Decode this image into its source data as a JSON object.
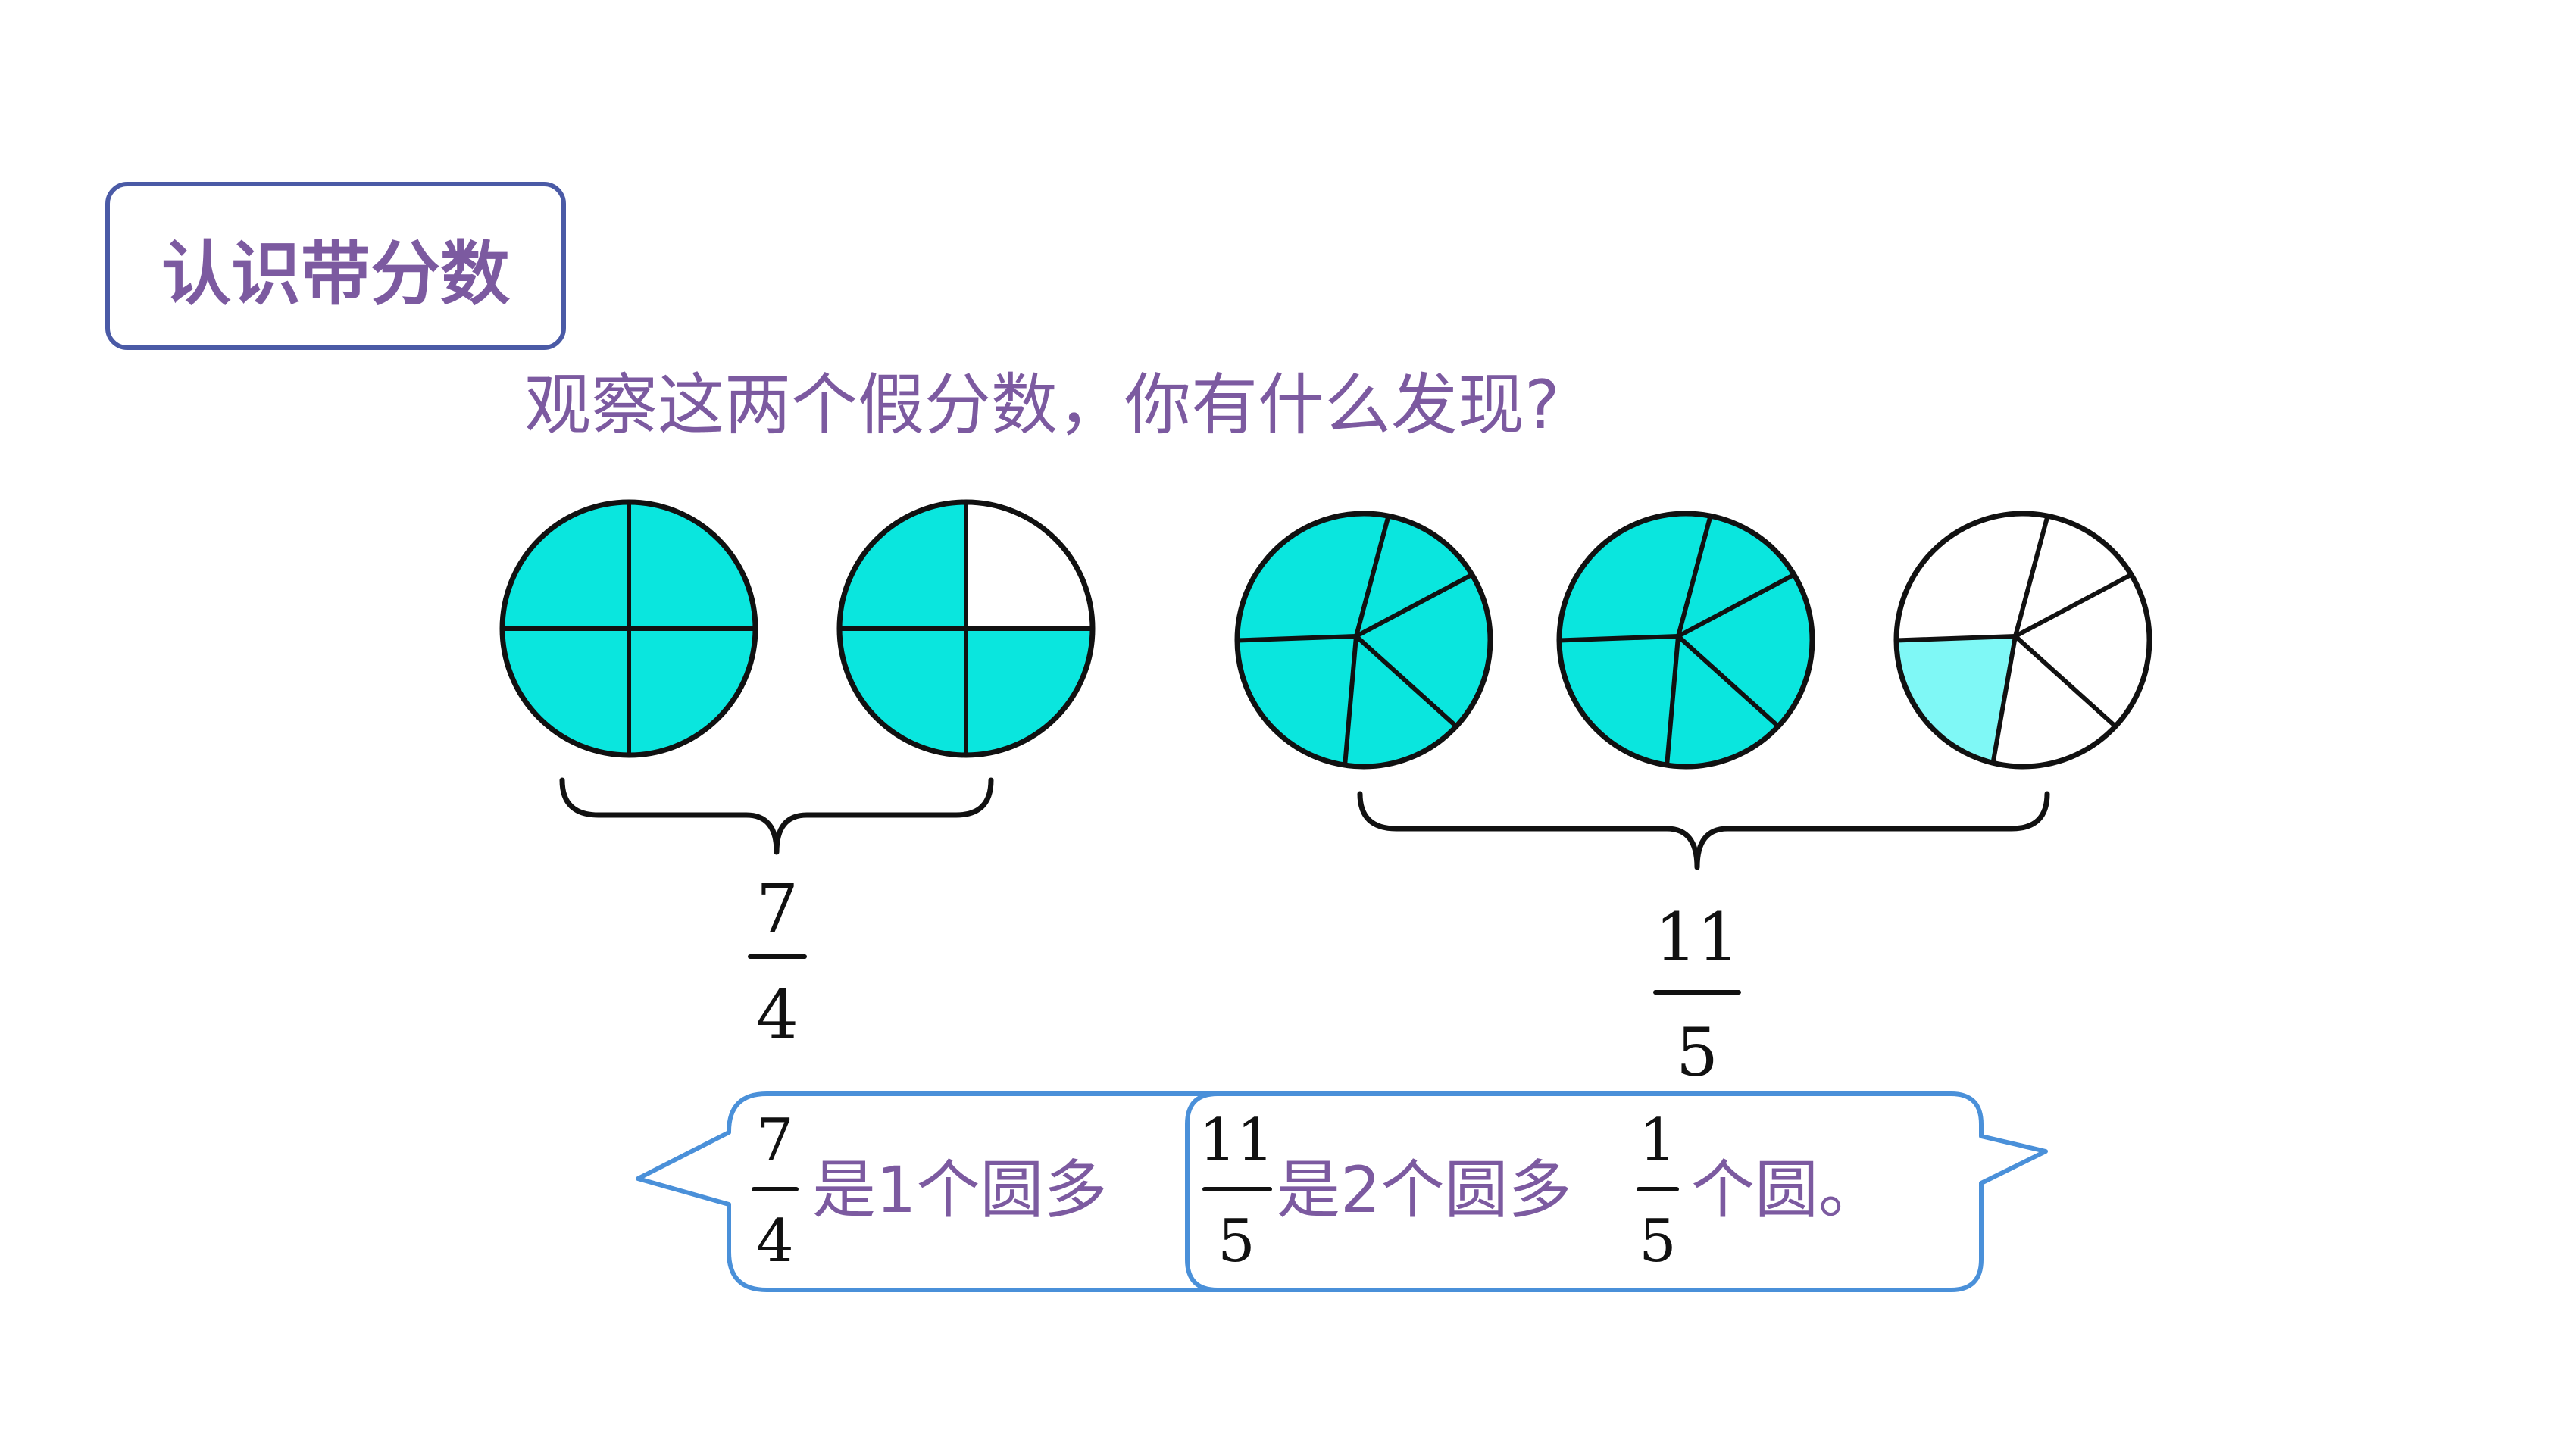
{
  "title": "认识带分数",
  "question": "观察这两个假分数，你有什么发现?",
  "colors": {
    "accent_text": "#7c5aa0",
    "fill_cyan": "#0ae6de",
    "fill_light_cyan": "#7ff8f6",
    "bubble_border": "#4a90d9"
  },
  "fraction_a": {
    "numerator": "7",
    "denominator": "4"
  },
  "fraction_b": {
    "numerator": "11",
    "denominator": "5"
  },
  "bubble_left": {
    "numerator": "7",
    "denominator": "4",
    "text": "是1个圆多"
  },
  "bubble_right": {
    "numerator": "11",
    "denominator": "5",
    "text": "是2个圆多",
    "unit_numerator": "1",
    "unit_denominator": "5",
    "suffix": "个圆。"
  },
  "circles": [
    {
      "parts": 4,
      "shaded": 4
    },
    {
      "parts": 4,
      "shaded": 3
    },
    {
      "parts": 5,
      "shaded": 5
    },
    {
      "parts": 5,
      "shaded": 5
    },
    {
      "parts": 5,
      "shaded": 1
    }
  ]
}
